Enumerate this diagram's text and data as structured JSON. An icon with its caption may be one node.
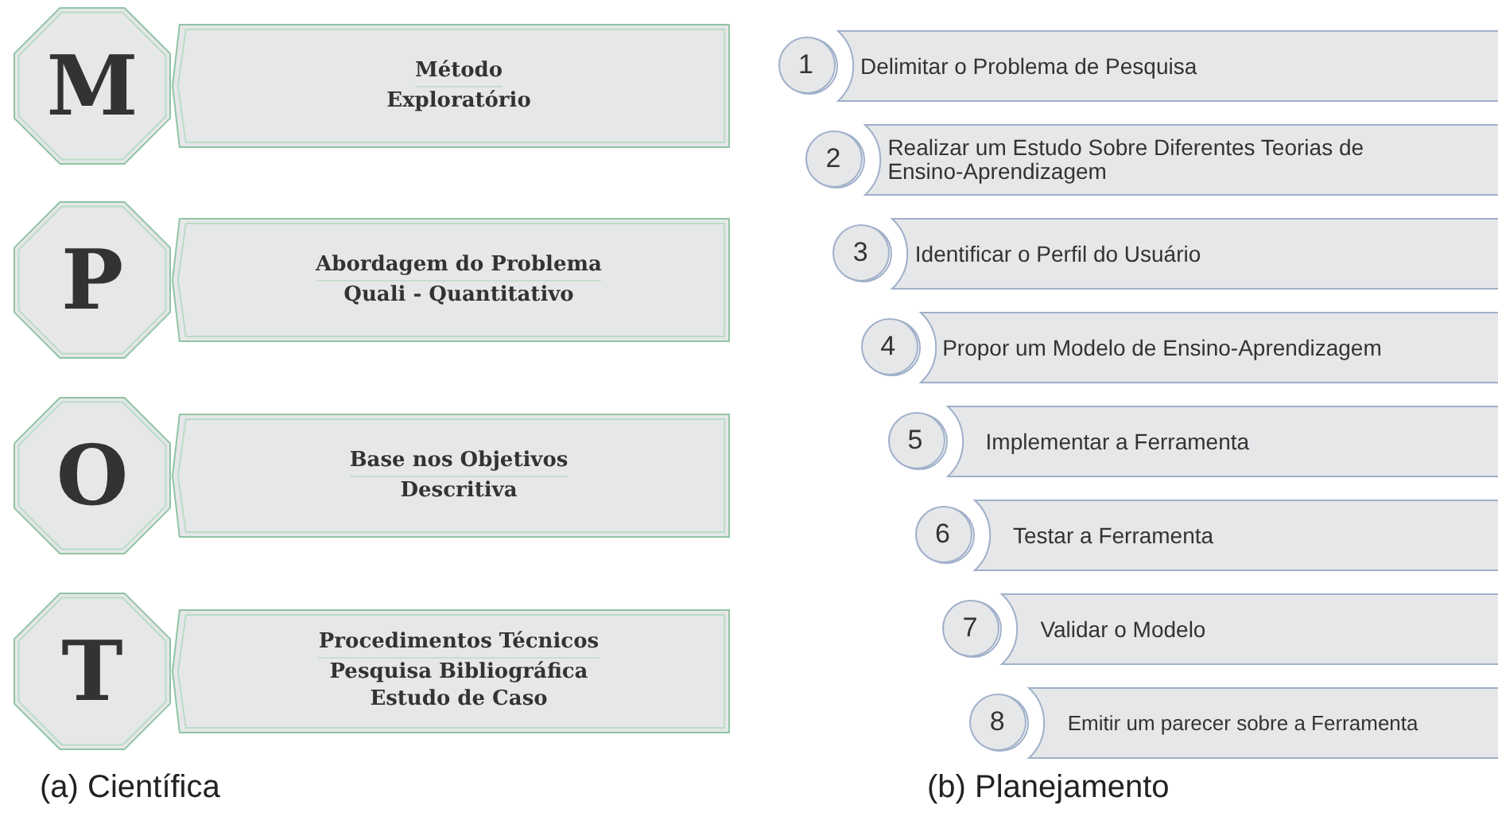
{
  "diagram": {
    "nodes": [
      {
        "text": [
          "M"
        ]
      },
      {
        "text": [
          "Método",
          "Exploratório"
        ]
      },
      {
        "text": [
          "P"
        ]
      },
      {
        "text": [
          "Abordagem do Problema",
          "Quali - Quantitativo"
        ]
      },
      {
        "text": [
          "O"
        ]
      },
      {
        "text": [
          "Base nos Objetivos",
          "Descritiva"
        ]
      },
      {
        "text": [
          "T"
        ]
      },
      {
        "text": [
          "Procedimentos Técnicos",
          "Pesquisa Bibliográfica",
          "Estudo de Caso"
        ]
      },
      {
        "text": [
          "1"
        ]
      },
      {
        "text": [
          "Delimitar o Problema de Pesquisa"
        ]
      },
      {
        "text": [
          "2"
        ]
      },
      {
        "text": [
          "Realizar um Estudo Sobre Diferentes Teorias de Ensino-Aprendizagem"
        ]
      },
      {
        "text": [
          "3"
        ]
      },
      {
        "text": [
          "Identificar o Perfil do Usuário"
        ]
      },
      {
        "text": [
          "4"
        ]
      },
      {
        "text": [
          "Propor um Modelo de Ensino-Aprendizagem"
        ]
      },
      {
        "text": [
          "5"
        ]
      },
      {
        "text": [
          "Implementar a Ferramenta"
        ]
      },
      {
        "text": [
          "6"
        ]
      },
      {
        "text": [
          "Testar a Ferramenta"
        ]
      },
      {
        "text": [
          "7"
        ]
      },
      {
        "text": [
          "Validar o Modelo"
        ]
      },
      {
        "text": [
          "8"
        ]
      },
      {
        "text": [
          "Emitir um parecer sobre a Ferramenta"
        ]
      }
    ],
    "edges": [],
    "labels": [
      "(a) Científica",
      "(b) Planejamento"
    ]
  }
}
